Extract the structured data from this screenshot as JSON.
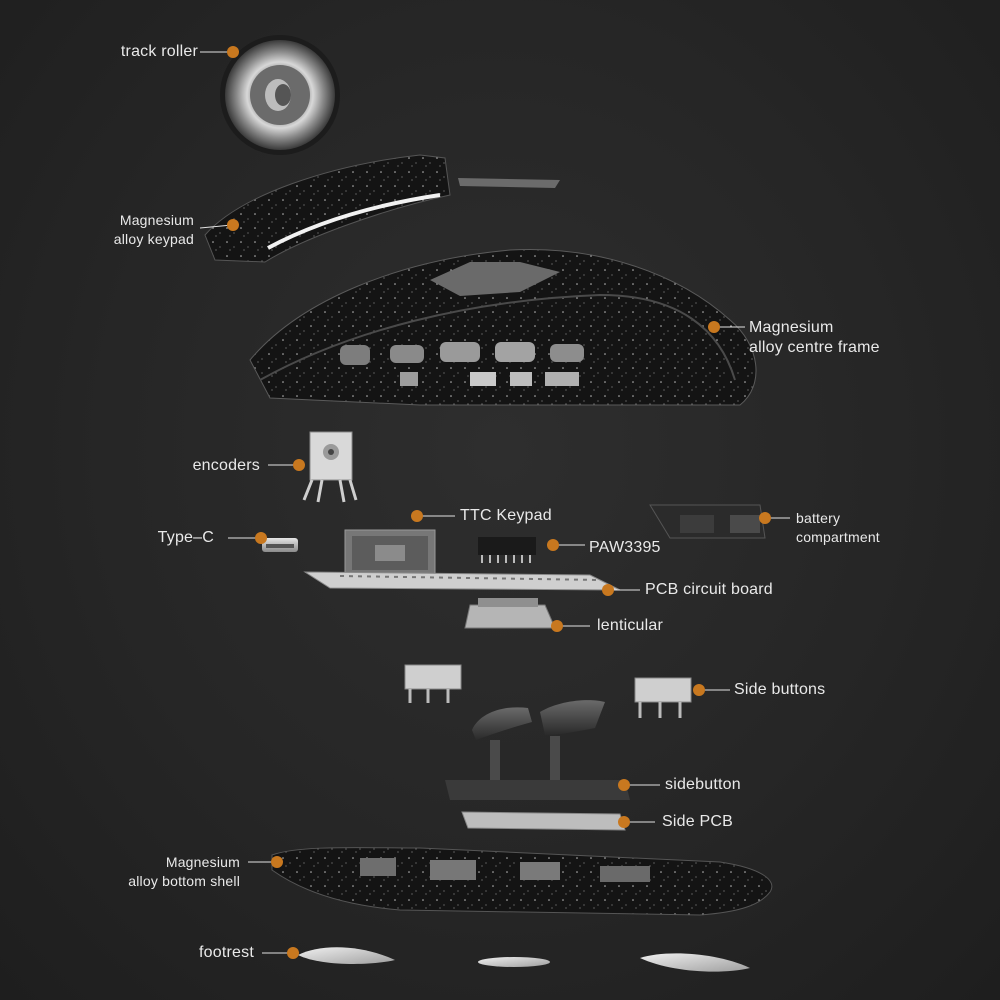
{
  "colors": {
    "background": "#262626",
    "callout_dot": "#c8781f",
    "label_text": "#e9e9e9"
  },
  "callouts": {
    "track_roller": "track roller",
    "keypad_line1": "Magnesium",
    "keypad_line2": "alloy keypad",
    "centre_frame_line1": "Magnesium",
    "centre_frame_line2": "alloy centre frame",
    "encoders": "encoders",
    "ttc_keypad": "TTC Keypad",
    "battery_line1": "battery",
    "battery_line2": "compartment",
    "type_c": "Type–C",
    "paw3395": "PAW3395",
    "pcb": "PCB circuit board",
    "lenticular": "lenticular",
    "side_buttons": "Side buttons",
    "sidebutton": "sidebutton",
    "side_pcb": "Side PCB",
    "bottom_shell_line1": "Magnesium",
    "bottom_shell_line2": "alloy bottom shell",
    "footrest": "footrest"
  },
  "components": [
    "track-roller",
    "magnesium-alloy-keypad",
    "magnesium-alloy-centre-frame",
    "encoders",
    "ttc-keypad",
    "battery-compartment",
    "type-c-port",
    "paw3395-sensor",
    "pcb-circuit-board",
    "lenticular",
    "side-buttons",
    "sidebutton",
    "side-pcb",
    "magnesium-alloy-bottom-shell",
    "footrest"
  ]
}
